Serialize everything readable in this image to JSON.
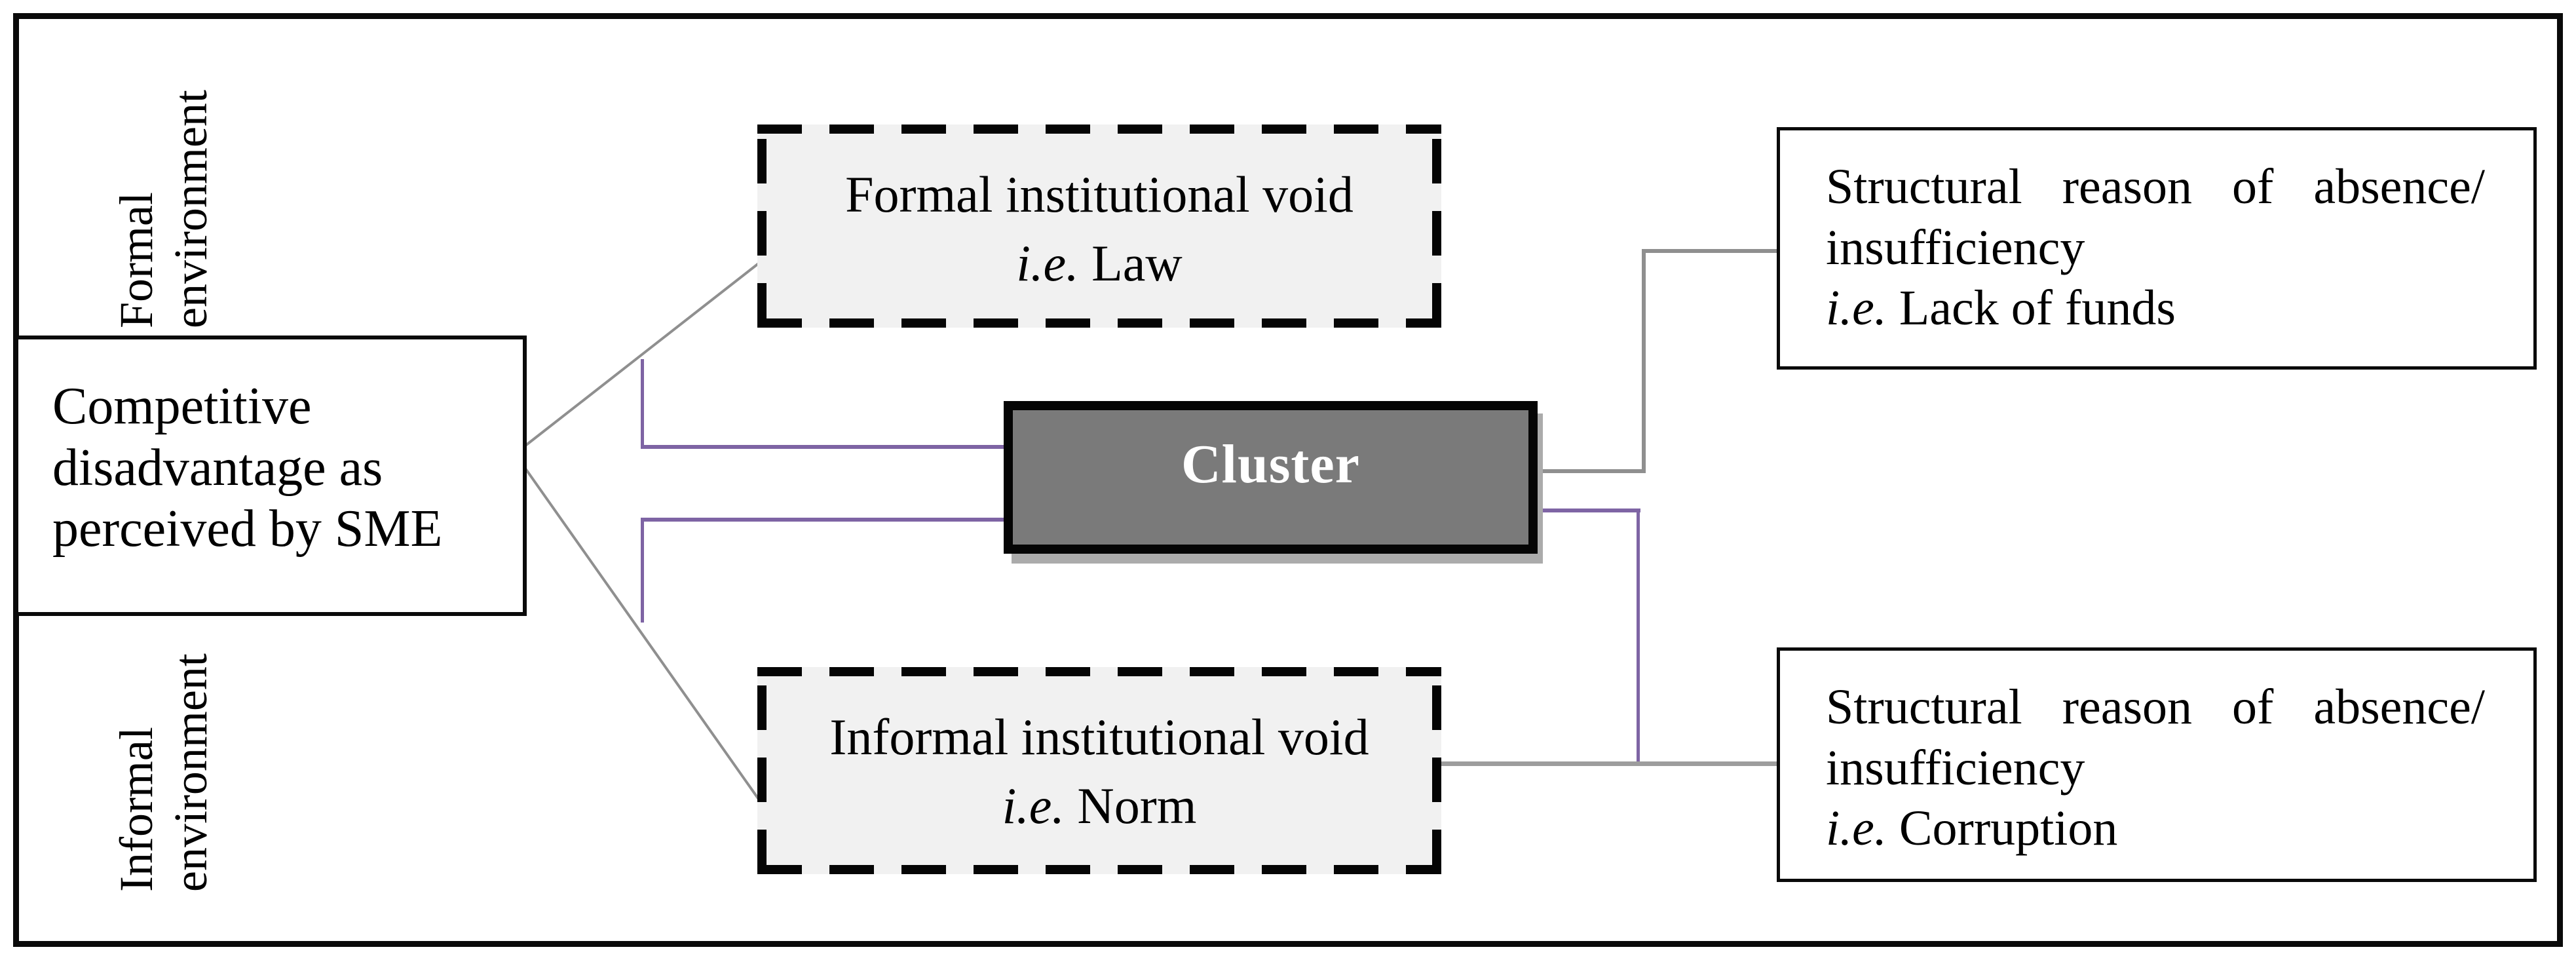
{
  "figure": {
    "type": "conceptual-diagram",
    "topic": "Institutional voids and competitive disadvantage perceived by SME"
  },
  "colors": {
    "frame_border": "#0a0a0a",
    "gray_connector": "#8f8f8f",
    "purple_connector": "#7e64a4",
    "cluster_fill": "#7a7a7a",
    "cluster_text": "#ffffff",
    "void_box_fill": "#f1f1f1",
    "cluster_shadow": "#ababab"
  },
  "side_labels": {
    "formal": "Formal\nenvironment",
    "informal": "Informal\nenvironment"
  },
  "competitive_box": {
    "text": "Competitive disadvantage as perceived by SME"
  },
  "formal_void_box": {
    "title": "Formal institutional void",
    "ie": "i.e.",
    "example": " Law"
  },
  "informal_void_box": {
    "title": "Informal institutional void",
    "ie": "i.e.",
    "example": " Norm"
  },
  "cluster_box": {
    "label": "Cluster"
  },
  "reason_top_box": {
    "body": "Structural reason of absence/​insufficiency",
    "ie": "i.e.",
    "example": " Lack of funds"
  },
  "reason_bottom_box": {
    "body": "Structural reason of absence/​insufficiency",
    "ie": "i.e.",
    "example": " Corruption"
  }
}
